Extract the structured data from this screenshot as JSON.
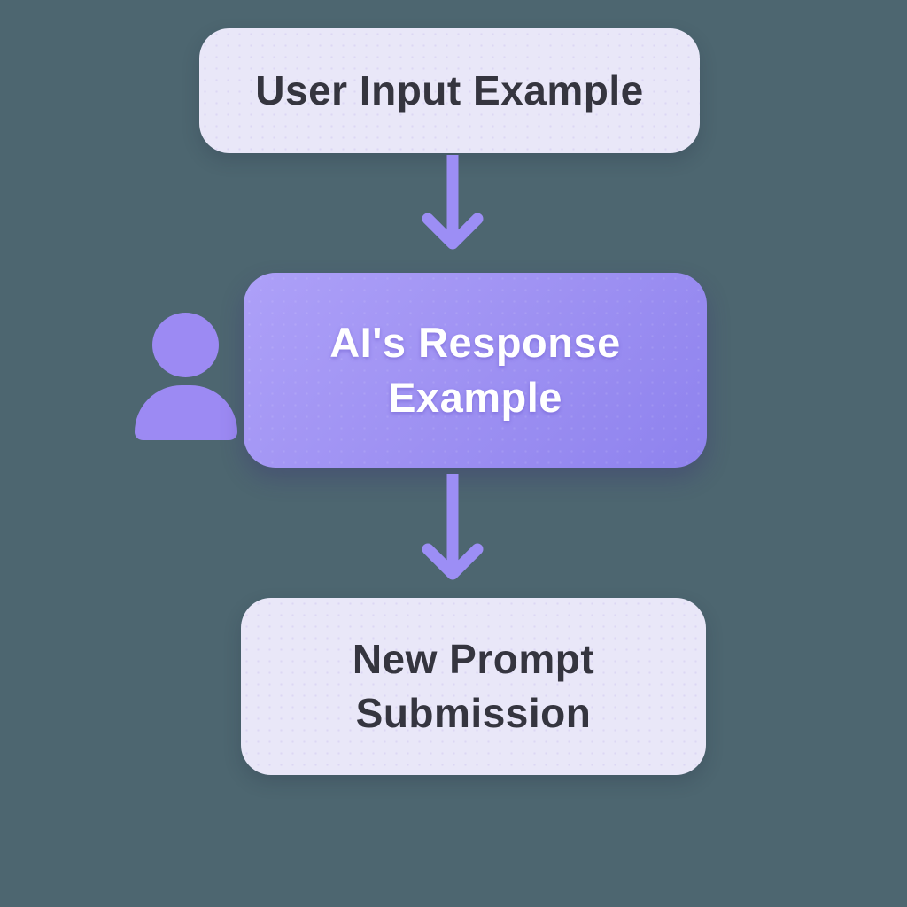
{
  "diagram": {
    "type": "flowchart",
    "direction": "top-down",
    "nodes": [
      {
        "id": "user-input-example",
        "label": "User Input Example",
        "variant": "light"
      },
      {
        "id": "ai-response-example",
        "label": "AI's Response Example",
        "variant": "accent"
      },
      {
        "id": "new-prompt-submission",
        "label": "New Prompt Submission",
        "variant": "light"
      }
    ],
    "edges": [
      {
        "from": "user-input-example",
        "to": "ai-response-example",
        "style": "arrow-down"
      },
      {
        "from": "ai-response-example",
        "to": "new-prompt-submission",
        "style": "arrow-down"
      }
    ],
    "icons": [
      {
        "name": "person-icon",
        "attached_to": "ai-response-example",
        "position": "left"
      }
    ]
  },
  "colors": {
    "background": "#4D6670",
    "node_light_bg": "#E9E7F8",
    "node_accent_gradient_start": "#ADA0F8",
    "node_accent_gradient_end": "#8E82EE",
    "node_text_dark": "#35353F",
    "node_text_light": "#FFFFFF",
    "arrow": "#9C8EF5",
    "person_icon": "#9C8AF3"
  }
}
